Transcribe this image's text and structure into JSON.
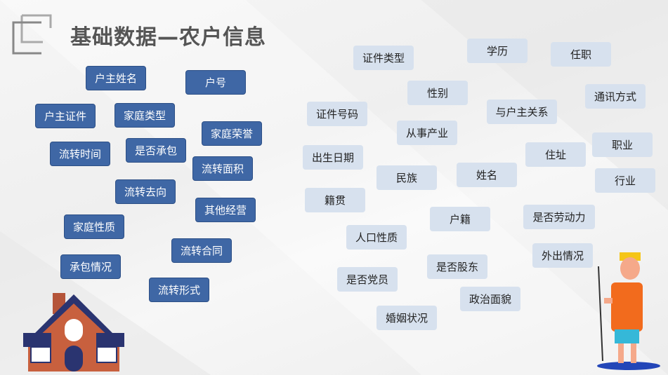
{
  "title": "基础数据—农户信息",
  "household_tags": [
    "户主姓名",
    "户号",
    "户主证件",
    "家庭类型",
    "家庭荣誉",
    "流转时间",
    "是否承包",
    "流转面积",
    "流转去向",
    "其他经营",
    "家庭性质",
    "流转合同",
    "承包情况",
    "流转形式"
  ],
  "person_tags": [
    "证件类型",
    "学历",
    "任职",
    "性别",
    "通讯方式",
    "证件号码",
    "与户主关系",
    "从事产业",
    "职业",
    "住址",
    "出生日期",
    "民族",
    "姓名",
    "行业",
    "籍贯",
    "户籍",
    "是否劳动力",
    "人口性质",
    "外出情况",
    "是否股东",
    "是否党员",
    "政治面貌",
    "婚姻状况"
  ],
  "colors": {
    "household": "#3f67a5",
    "person": "#d7e1ee",
    "title": "#555555"
  }
}
